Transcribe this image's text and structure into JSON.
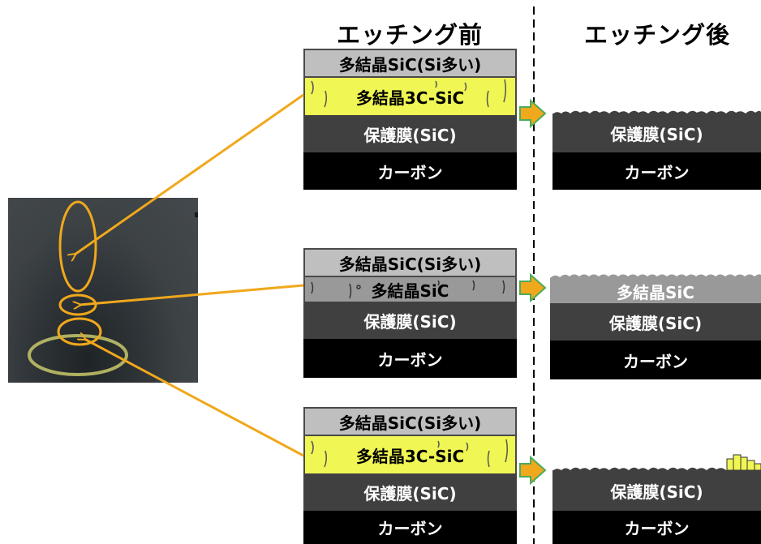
{
  "headers": {
    "before": "エッチング前",
    "after": "エッチング後"
  },
  "stacks_before": [
    {
      "top": "多結晶SiC(Si多い)",
      "second": "多結晶3C-SiC",
      "protect": "保護膜(SiC)",
      "base": "カーボン"
    },
    {
      "top": "多結晶SiC(Si多い)",
      "second": "多結晶SiC",
      "protect": "保護膜(SiC)",
      "base": "カーボン"
    },
    {
      "top": "多結晶SiC(Si多い)",
      "second": "多結晶3C-SiC",
      "protect": "保護膜(SiC)",
      "base": "カーボン"
    }
  ],
  "stacks_after": [
    {
      "protect": "保護膜(SiC)",
      "base": "カーボン"
    },
    {
      "remain": "多結晶SiC",
      "protect": "保護膜(SiC)",
      "base": "カーボン"
    },
    {
      "protect": "保護膜(SiC)",
      "base": "カーボン"
    }
  ],
  "colors": {
    "arrow": "#f0a81c",
    "arrow_outline": "#4bac5a",
    "highlight_yellow": "#f0f653",
    "protect_film": "#404040",
    "carbon": "#000000",
    "poly_si_rich": "#bfbfbf"
  }
}
